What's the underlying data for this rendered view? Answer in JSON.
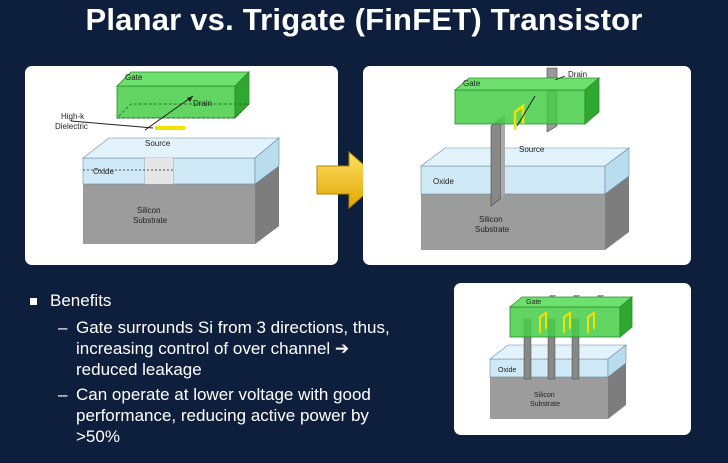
{
  "title": "Planar vs. Trigate (FinFET) Transistor",
  "planar": {
    "gate": "Gate",
    "drain": "Drain",
    "source": "Source",
    "high_k_1": "High-k",
    "high_k_2": "Dielectric",
    "oxide": "Oxide",
    "substrate_1": "Silicon",
    "substrate_2": "Substrate"
  },
  "trigate": {
    "gate": "Gate",
    "drain": "Drain",
    "source": "Source",
    "oxide": "Oxide",
    "substrate_1": "Silicon",
    "substrate_2": "Substrate"
  },
  "multifin": {
    "gate": "Gate",
    "oxide": "Oxide",
    "substrate_1": "Silicon",
    "substrate_2": "Substrate"
  },
  "benefits": {
    "heading": "Benefits",
    "dash": "–",
    "item1_a": "Gate surrounds Si from 3 directions, thus,",
    "item1_b": "increasing control of over channel ➔",
    "item1_c": "reduced leakage",
    "item2_a": "Can operate at lower voltage with good",
    "item2_b": "performance, reducing active power by",
    "item2_c": ">50%"
  },
  "colors": {
    "gate": "#33cc33",
    "oxide": "#cfe9f7",
    "substrate": "#9a9a9a",
    "arrow": "#f2c200",
    "background": "#0e1f3d"
  }
}
